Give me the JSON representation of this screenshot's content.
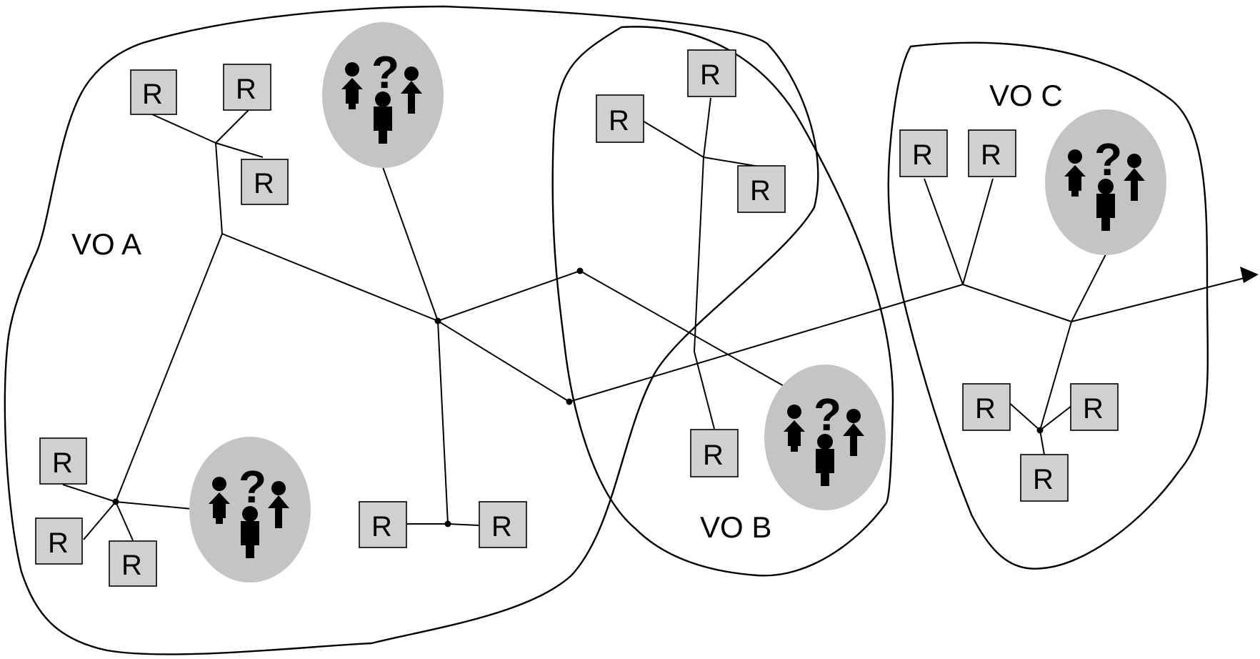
{
  "diagram": {
    "vo_labels": {
      "a": "VO A",
      "b": "VO B",
      "c": "VO C"
    },
    "resource_label": "R",
    "user_group_mark": "?",
    "icons": {
      "user_group": "user-group-question-icon",
      "arrow": "arrow-head-icon"
    },
    "colors": {
      "resource_fill": "#d0d0d0",
      "user_group_fill": "#c4c4c4",
      "lines": "#000000"
    }
  }
}
